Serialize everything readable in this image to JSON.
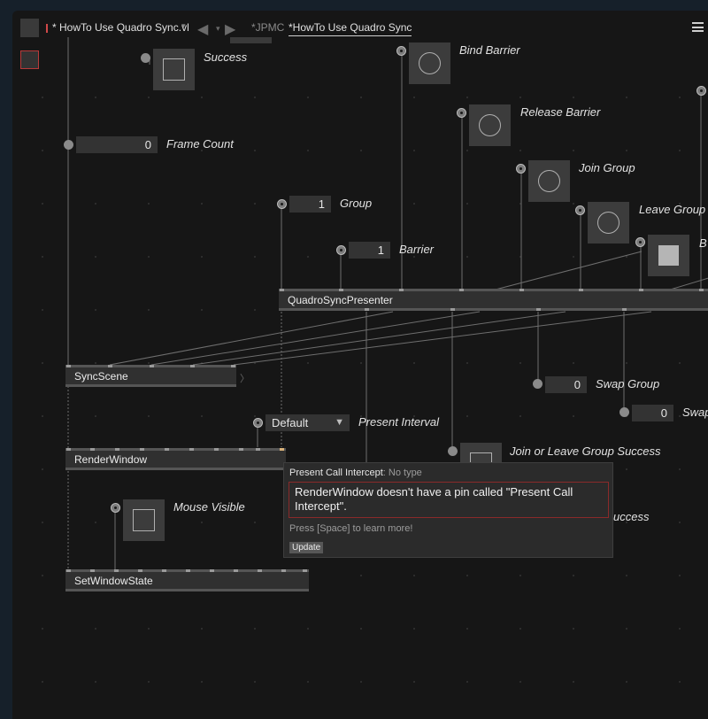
{
  "tabs": {
    "doc_tab": "* HowTo Use Quadro Sync.vl",
    "tab2": "*JPMC",
    "tab3": "*HowTo Use Quadro Sync"
  },
  "io": {
    "success": "Success",
    "bind_barrier": "Bind Barrier",
    "release_barrier": "Release Barrier",
    "join_group": "Join Group",
    "leave_group": "Leave Group",
    "b_cut": "B",
    "frame_count_value": "0",
    "frame_count": "Frame Count",
    "group_value": "1",
    "group": "Group",
    "barrier_value": "1",
    "barrier": "Barrier",
    "swap_group_value": "0",
    "swap_group": "Swap Group",
    "swap_barrier_value": "0",
    "swap_barrier_cut": "Swap",
    "present_interval_value": "Default",
    "present_interval": "Present Interval",
    "join_leave_success": "Join or Leave Group Success",
    "success_cut": "uccess",
    "mouse_visible": "Mouse Visible"
  },
  "nodes": {
    "quadro": "QuadroSyncPresenter",
    "syncscene": "SyncScene",
    "renderwindow": "RenderWindow",
    "setwindowstate": "SetWindowState"
  },
  "tooltip": {
    "pin_name": "Present Call Intercept",
    "pin_type": ": No type",
    "error": "RenderWindow doesn't have a pin called \"Present Call Intercept\".",
    "hint": "Press [Space] to learn more!",
    "update": "Update"
  },
  "colors": {
    "canvas": "#161616",
    "error_border": "#8a2a2a",
    "accent_red": "#d04848"
  }
}
